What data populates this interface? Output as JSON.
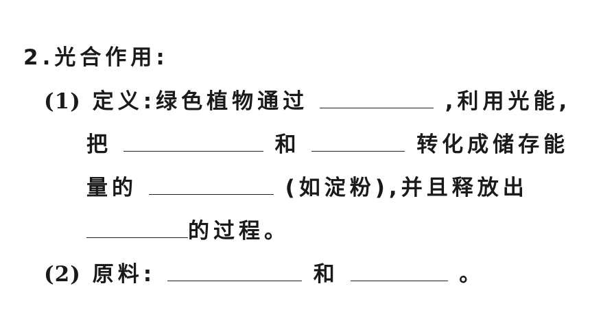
{
  "heading": "2.光合作用:",
  "item1": {
    "label": "(1)",
    "term": "定义:",
    "line1_a": "绿色植物通过",
    "line1_b": ",利用光能,",
    "line2_a": "把",
    "line2_b": "和",
    "line2_c": "转化成储存能",
    "line3_a": "量的",
    "line3_b": "(如淀粉),并且释放出",
    "line4_a": "的过程。"
  },
  "item2": {
    "label": "(2)",
    "term": "原料:",
    "mid": "和",
    "end": "。"
  }
}
